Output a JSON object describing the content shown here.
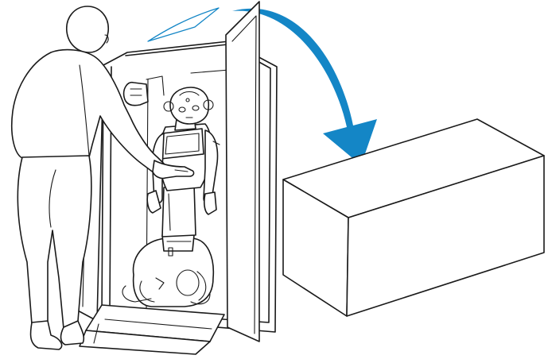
{
  "illustration": {
    "colors": {
      "arrow": "#1486c6",
      "ghost_lid": "#1486c6",
      "line": "#1a1a1a",
      "background": "#ffffff"
    },
    "icons": [
      "person-figure",
      "robot-figure",
      "open-box",
      "closed-box",
      "curved-arrow"
    ]
  }
}
